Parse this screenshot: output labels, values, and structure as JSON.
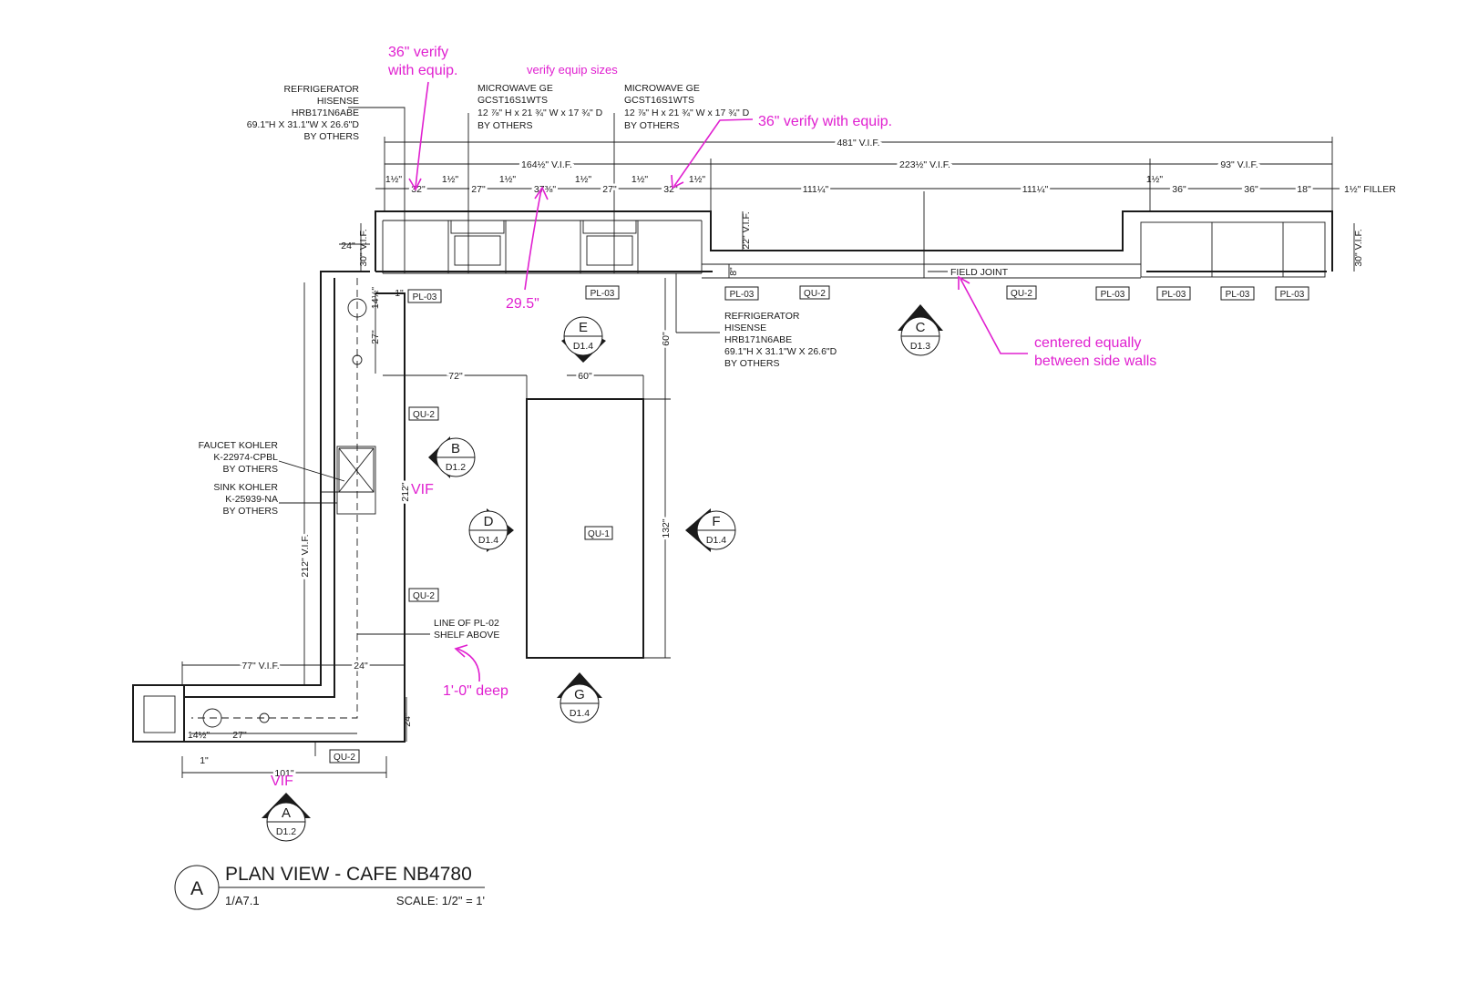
{
  "title_block": {
    "bubble": "A",
    "title": "PLAN VIEW - CAFE NB4780",
    "sheet_ref": "1/A7.1",
    "scale": "SCALE: 1/2\" = 1'"
  },
  "callouts": {
    "refrigerator_left": [
      "REFRIGERATOR",
      "HISENSE",
      "HRB171N6ABE",
      "69.1\"H X 31.1\"W X 26.6\"D",
      "BY OTHERS"
    ],
    "microwave_1": [
      "MICROWAVE GE",
      "GCST16S1WTS",
      "12 ⅞\" H x 21 ¾\" W x 17 ¾\" D",
      "BY OTHERS"
    ],
    "microwave_2": [
      "MICROWAVE GE",
      "GCST16S1WTS",
      "12 ⅞\" H x 21 ¾\" W x 17 ¾\" D",
      "BY OTHERS"
    ],
    "refrigerator_right": [
      "REFRIGERATOR",
      "HISENSE",
      "HRB171N6ABE",
      "69.1\"H X 31.1\"W X 26.6\"D",
      "BY OTHERS"
    ],
    "faucet": [
      "FAUCET KOHLER",
      "K-22974-CPBL",
      "BY OTHERS"
    ],
    "sink": [
      "SINK KOHLER",
      "K-25939-NA",
      "BY OTHERS"
    ],
    "shelf": [
      "LINE OF PL-02",
      "SHELF ABOVE"
    ],
    "field_joint": "FIELD JOINT",
    "filler": "1½\" FILLER"
  },
  "dimensions": {
    "overall": "481\" V.I.F.",
    "left_run": "164½\" V.I.F.",
    "mid_run": "223½\" V.I.F.",
    "right_run": "93\" V.I.F.",
    "d_1_5a": "1½\"",
    "d_32a": "32\"",
    "d_1_5b": "1½\"",
    "d_27a": "27\"",
    "d_1_5c": "1½\"",
    "d_37": "37⅜\"",
    "d_1_5d": "1½\"",
    "d_27b": "27\"",
    "d_1_5e": "1½\"",
    "d_32b": "32\"",
    "d_1_5f": "1½\"",
    "d_111a": "111¼\"",
    "d_111b": "111¼\"",
    "d_1_5g": "1½\"",
    "d_36a": "36\"",
    "d_36b": "36\"",
    "d_18": "18\"",
    "v_22": "22\" V.I.F.",
    "v_8": "8\"",
    "v_30_left": "30\" V.I.F.",
    "v_30_right": "30\" V.I.F.",
    "d_24_top": "24\"",
    "d_14_5_top": "14½\"",
    "d_1_top": "1\"",
    "d_27_vert": "27\"",
    "d_72": "72\"",
    "d_60_h": "60\"",
    "d_60_v": "60\"",
    "d_132": "132\"",
    "d_212_inner": "212\"",
    "d_212_outer": "212\" V.I.F.",
    "d_77": "77\" V.I.F.",
    "d_24_mid": "24\"",
    "d_24_bot": "24\"",
    "d_14_5_bot": "14½\"",
    "d_27_bot": "27\"",
    "d_1_bot": "1\"",
    "d_101": "101\""
  },
  "tags": {
    "pl03_a": "PL-03",
    "pl03_b": "PL-03",
    "pl03_c": "PL-03",
    "qu2_a": "QU-2",
    "qu2_b": "QU-2",
    "pl03_d": "PL-03",
    "pl03_e": "PL-03",
    "pl03_f": "PL-03",
    "pl03_g": "PL-03",
    "qu2_c": "QU-2",
    "qu2_d": "QU-2",
    "qu2_e": "QU-2",
    "qu1": "QU-1"
  },
  "markers": [
    {
      "letter": "E",
      "sheet": "D1.4"
    },
    {
      "letter": "C",
      "sheet": "D1.3"
    },
    {
      "letter": "B",
      "sheet": "D1.2"
    },
    {
      "letter": "D",
      "sheet": "D1.4"
    },
    {
      "letter": "F",
      "sheet": "D1.4"
    },
    {
      "letter": "G",
      "sheet": "D1.4"
    },
    {
      "letter": "A",
      "sheet": "D1.2"
    }
  ],
  "annotations": {
    "verify_36_a": [
      "36\" verify",
      "with equip."
    ],
    "verify_sizes": "verify equip sizes",
    "verify_36_b": "36\" verify with equip.",
    "dim_29_5": "29.5\"",
    "centered": [
      "centered equally",
      "between side walls"
    ],
    "vif_mid": "VIF",
    "deep": "1'-0\" deep",
    "vif_bottom": "VIF"
  },
  "colors": {
    "markup": "#e020d0",
    "linework": "#1a1a1a",
    "background": "#ffffff"
  }
}
